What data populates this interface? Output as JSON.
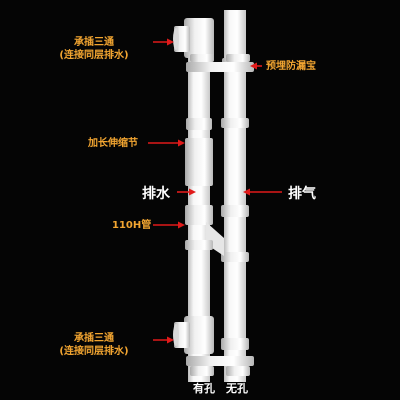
{
  "labels": {
    "top_tee_line1": "承插三通",
    "top_tee_line2": "(连接同层排水)",
    "leak_guard": "预埋防漏宝",
    "expansion_joint": "加长伸缩节",
    "drain": "排水",
    "vent": "排气",
    "pipe_110h": "110H管",
    "bottom_tee_line1": "承插三通",
    "bottom_tee_line2": "(连接同层排水)",
    "with_hole": "有孔",
    "no_hole": "无孔"
  },
  "colors": {
    "label_orange": "#f2a531",
    "arrow_red": "#e01a1a",
    "pipe_white": "#f3f3f3",
    "background": "#050505"
  }
}
